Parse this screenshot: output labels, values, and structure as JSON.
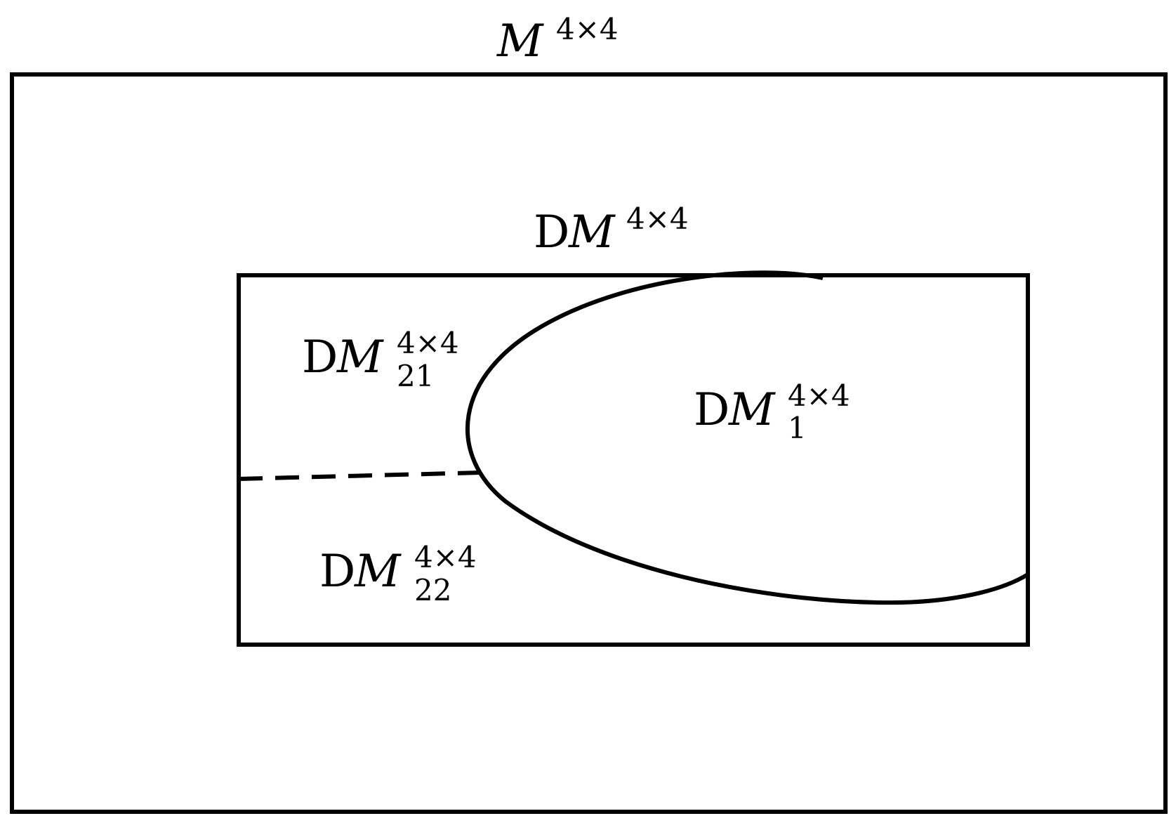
{
  "labels": {
    "outer": {
      "prefix": "",
      "symbol": "M",
      "sup": "4×4",
      "sub": ""
    },
    "inner": {
      "prefix": "D",
      "symbol": "M",
      "sup": "4×4",
      "sub": ""
    },
    "region_21": {
      "prefix": "D",
      "symbol": "M",
      "sup": "4×4",
      "sub": "21"
    },
    "region_22": {
      "prefix": "D",
      "symbol": "M",
      "sup": "4×4",
      "sub": "22"
    },
    "region_1": {
      "prefix": "D",
      "symbol": "M",
      "sup": "4×4",
      "sub": "1"
    }
  }
}
